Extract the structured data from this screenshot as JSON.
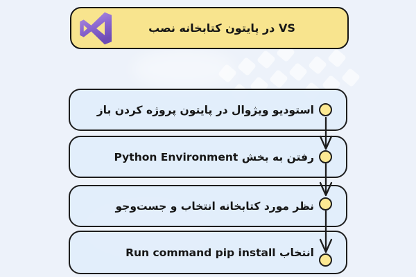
{
  "header": {
    "title": "نصب‎ کتابخانه‎ پایتون‎ در‎ VS",
    "logo_icon": "visual-studio-icon"
  },
  "steps": [
    {
      "label": "باز‎ کردن‎ پروژه‎ پایتون‎ در‎ ویژوال‎ استودیو"
    },
    {
      "label": "Python Environment بخش‎ به‎ رفتن"
    },
    {
      "label": "جست‌وجو‎ و‎ انتخاب‎ کتابخانه‎ مورد‎ نظر"
    },
    {
      "label": "Run command pip install انتخاب"
    }
  ],
  "colors": {
    "background": "#edf2fa",
    "banner_fill": "#f8e48e",
    "step_fill": "#e2edfb",
    "outline": "#1d1d1d",
    "marker_fill": "#fce993",
    "text": "#161616",
    "logo_purple_light": "#ab8bdf",
    "logo_purple_dark": "#7352bd"
  }
}
